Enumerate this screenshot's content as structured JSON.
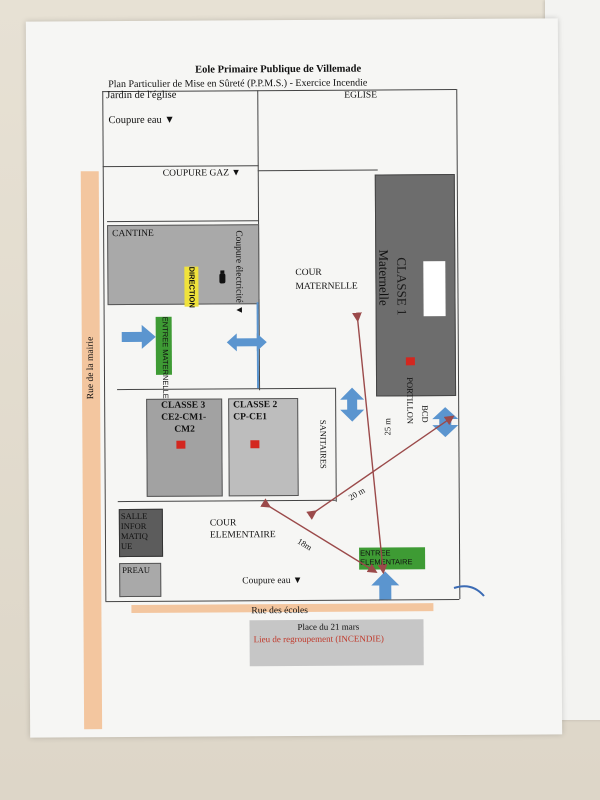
{
  "title": "Eole Primaire Publique de Villemade",
  "subtitle": "Plan Particulier de Mise en Sûreté (P.P.M.S.) - Exercice Incendie",
  "labels": {
    "jardin": "Jardin de l'église",
    "eglise": "EGLISE",
    "coupure_eau_top": "Coupure eau ▼",
    "coupure_gaz": "COUPURE GAZ ▼",
    "cantine": "CANTINE",
    "direction": "DIRECTION",
    "coupure_electricite": "Coupure électricité ▼",
    "entree_maternelle": "ENTREE MATERNELLE",
    "cour_maternelle_1": "COUR",
    "cour_maternelle_2": "MATERNELLE",
    "classe1": "CLASSE 1",
    "classe1_sub": "Maternelle",
    "classe3_1": "CLASSE 3",
    "classe3_2": "CE2-CM1-",
    "classe3_3": "CM2",
    "classe2_1": "CLASSE 2",
    "classe2_2": "CP-CE1",
    "sanitaires": "SANITAIRES",
    "portillon": "PORTILLON",
    "bcd": "BCD",
    "salle_info": "SALLE INFOR MATIQ UE",
    "preau": "PREAU",
    "cour_elementaire_1": "COUR",
    "cour_elementaire_2": "ELEMENTAIRE",
    "entree_elementaire": "ENTREE ELEMENTAIRE",
    "coupure_eau_bottom": "Coupure eau ▼",
    "rue_mairie": "Rue de la mairie",
    "rue_ecoles": "Rue des écoles",
    "place": "Place du 21 mars",
    "lieu": "Lieu de regroupement  (INCENDIE)",
    "dist_25": "25 m",
    "dist_20": "20 m",
    "dist_18": "18m"
  },
  "colors": {
    "road": "#f3c69f",
    "classroom_gray": "#a9a9a9",
    "classe1_gray": "#6d6d6d",
    "green": "#3e9b34",
    "arrow_blue": "#5b95cf",
    "red_marker": "#d3271f",
    "distance_line": "#9b4a4a",
    "lieu_text": "#c0392b"
  },
  "icons": [
    "arrow-right-icon",
    "four-way-arrow-icon",
    "arrow-down-icon",
    "fire-extinguisher-icon"
  ]
}
